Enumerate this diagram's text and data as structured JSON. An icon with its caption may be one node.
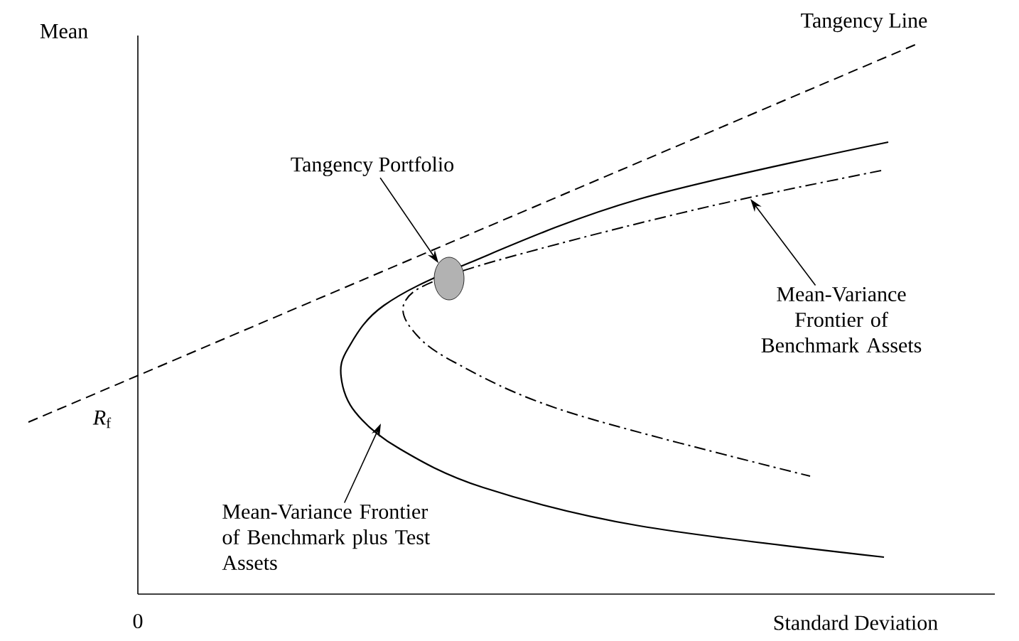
{
  "diagram": {
    "nodes": [
      {
        "text": [
          "Tangency Portfolio"
        ]
      },
      {
        "text": [],
        "shape": "ellipse"
      },
      {
        "text": [
          "Mean-Variance Frontier of Benchmark Assets"
        ]
      },
      {
        "text": [
          "Mean-Variance Frontier of Benchmark plus Test Assets"
        ]
      }
    ],
    "edges": [
      {
        "from": 0,
        "to": 1,
        "arrow": "to"
      },
      {
        "from": 2,
        "to": null,
        "arrow": "to"
      },
      {
        "from": 3,
        "to": null,
        "arrow": "to"
      }
    ],
    "labels": [
      "Mean",
      "Tangency Line",
      "*R*$_{f}$",
      "0",
      "Standard Deviation"
    ]
  }
}
